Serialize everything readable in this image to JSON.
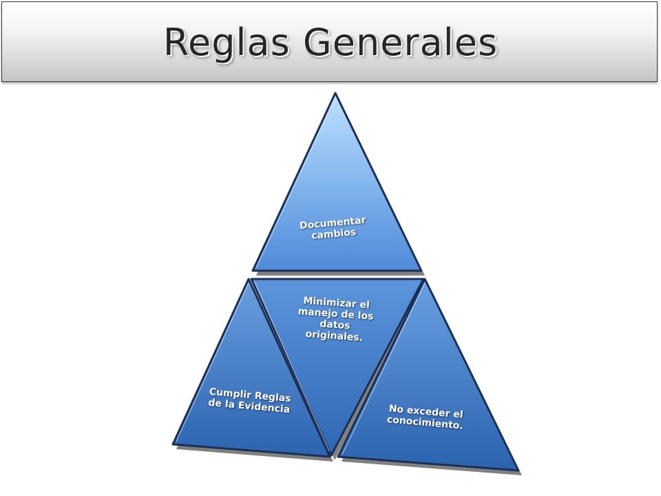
{
  "slide": {
    "title": "Reglas Generales"
  },
  "diagram": {
    "segments": {
      "top": "Documentar cambios",
      "center": "Minimizar el manejo de los datos originales.",
      "left": "Cumplir Reglas de la Evidencia",
      "right": "No exceder el conocimiento."
    }
  },
  "colors": {
    "segment_top": "#9ccaf4",
    "segment_bottom": "#2d69b4",
    "segment_border": "#1c2f55",
    "title_text": "#262626"
  }
}
